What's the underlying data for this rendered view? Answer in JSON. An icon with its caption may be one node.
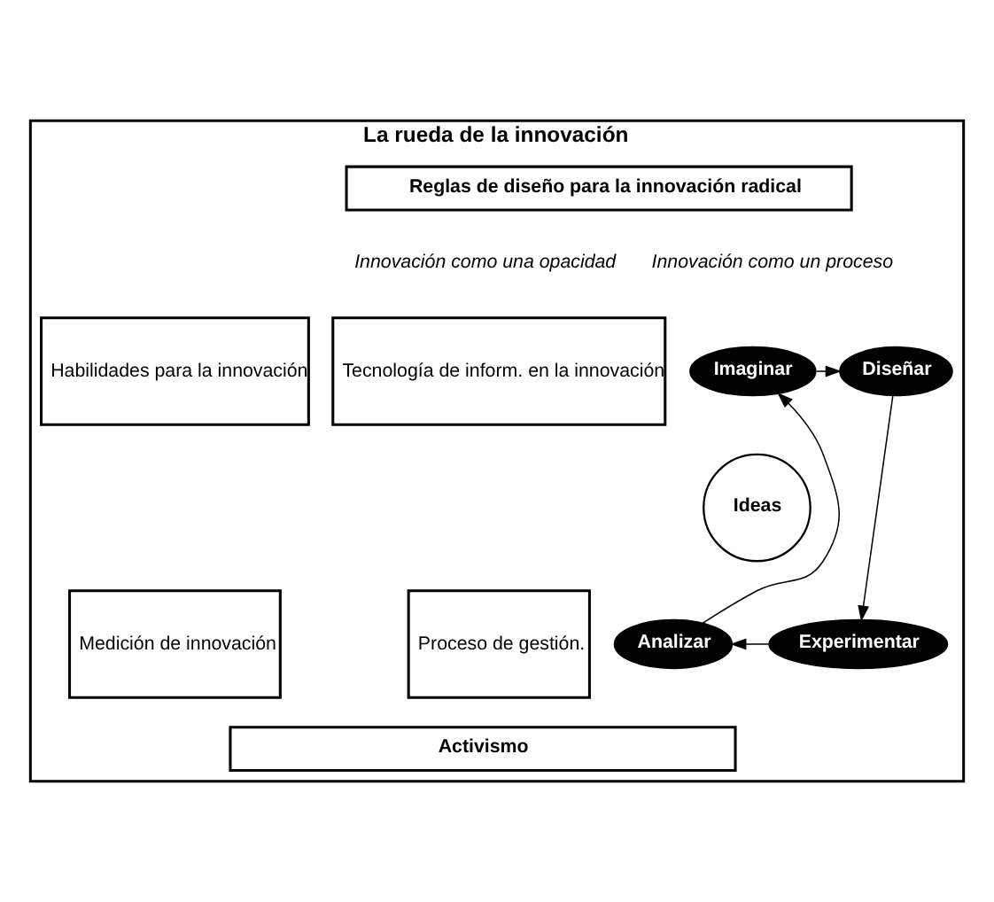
{
  "diagram": {
    "nodes": [
      {
        "text": [
          "La rueda de la innovación"
        ]
      },
      {
        "text": [
          "Reglas de diseño para la innovación radical"
        ],
        "in": 0
      },
      {
        "text": [
          "Habilidades para la innovación"
        ],
        "in": 0
      },
      {
        "text": [
          "Tecnología de inform. en la innovación"
        ],
        "in": 0
      },
      {
        "text": [
          "Medición de innovación"
        ],
        "in": 0
      },
      {
        "text": [
          "Proceso de gestión."
        ],
        "in": 0
      },
      {
        "text": [
          "Imaginar"
        ],
        "in": 0
      },
      {
        "text": [
          "Diseñar"
        ],
        "in": 0
      },
      {
        "text": [
          "Experimentar"
        ],
        "in": 0
      },
      {
        "text": [
          "Analizar"
        ],
        "in": 0
      },
      {
        "text": [
          "Ideas"
        ],
        "in": 0
      },
      {
        "text": [
          "Activismo"
        ],
        "in": 0
      }
    ],
    "edges": [
      {
        "from": 6,
        "to": 7,
        "arrow": "to"
      },
      {
        "from": 7,
        "to": 8,
        "arrow": "to"
      },
      {
        "from": 8,
        "to": 9,
        "arrow": "to"
      },
      {
        "from": 9,
        "to": 6,
        "arrow": "to"
      }
    ],
    "labels": [
      "Innovación como una opacidad",
      "Innovación como un proceso"
    ]
  }
}
